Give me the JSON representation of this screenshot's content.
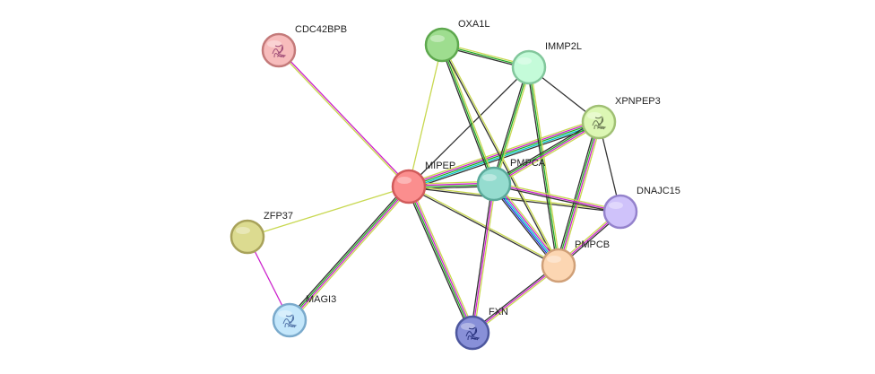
{
  "edge_colors": {
    "database": "#00c8c8",
    "experiment": "#cc22cc",
    "textmining": "#c8d850",
    "neighborhood": "#22aa22",
    "coexpression": "#333333",
    "fusion": "#2233dd"
  },
  "nodes": [
    {
      "id": "CDC42BPB",
      "label": "CDC42BPB",
      "fill": "#f7bcbc",
      "stroke": "#c47a7a",
      "glyph": "protein-structure-icon",
      "glyph_color": "#a2507a"
    },
    {
      "id": "OXA1L",
      "label": "OXA1L",
      "fill": "#9edd8f",
      "stroke": "#5ea84e",
      "glyph": "",
      "glyph_color": ""
    },
    {
      "id": "IMMP2L",
      "label": "IMMP2L",
      "fill": "#c4fbd9",
      "stroke": "#82c79c",
      "glyph": "",
      "glyph_color": ""
    },
    {
      "id": "XPNPEP3",
      "label": "XPNPEP3",
      "fill": "#dcf7b4",
      "stroke": "#a0c074",
      "glyph": "protein-structure-icon",
      "glyph_color": "#6b7a55"
    },
    {
      "id": "MIPEP",
      "label": "MIPEP",
      "fill": "#fb8e8e",
      "stroke": "#d15b5b",
      "glyph": "",
      "glyph_color": ""
    },
    {
      "id": "PMPCA",
      "label": "PMPCA",
      "fill": "#95dccf",
      "stroke": "#5aa99a",
      "glyph": "",
      "glyph_color": ""
    },
    {
      "id": "DNAJC15",
      "label": "DNAJC15",
      "fill": "#cfc2fa",
      "stroke": "#9482cc",
      "glyph": "",
      "glyph_color": ""
    },
    {
      "id": "ZFP37",
      "label": "ZFP37",
      "fill": "#dcdb90",
      "stroke": "#a8a25a",
      "glyph": "",
      "glyph_color": ""
    },
    {
      "id": "PMPCB",
      "label": "PMPCB",
      "fill": "#fcd6b2",
      "stroke": "#d0a078",
      "glyph": "",
      "glyph_color": ""
    },
    {
      "id": "MAGI3",
      "label": "MAGI3",
      "fill": "#c4e7fb",
      "stroke": "#7aaacc",
      "glyph": "protein-structure-icon",
      "glyph_color": "#5577aa"
    },
    {
      "id": "FXN",
      "label": "FXN",
      "fill": "#8890d8",
      "stroke": "#4d579e",
      "glyph": "protein-structure-icon",
      "glyph_color": "#2b3580"
    }
  ],
  "edges": [
    {
      "source": "MIPEP",
      "target": "CDC42BPB",
      "evidence": [
        "textmining",
        "experiment"
      ]
    },
    {
      "source": "MIPEP",
      "target": "OXA1L",
      "evidence": [
        "textmining"
      ]
    },
    {
      "source": "MIPEP",
      "target": "IMMP2L",
      "evidence": [
        "coexpression"
      ]
    },
    {
      "source": "MIPEP",
      "target": "XPNPEP3",
      "evidence": [
        "textmining",
        "experiment",
        "neighborhood",
        "database",
        "coexpression"
      ]
    },
    {
      "source": "MIPEP",
      "target": "PMPCA",
      "evidence": [
        "textmining",
        "experiment",
        "neighborhood",
        "coexpression"
      ]
    },
    {
      "source": "MIPEP",
      "target": "DNAJC15",
      "evidence": [
        "textmining",
        "coexpression"
      ]
    },
    {
      "source": "MIPEP",
      "target": "PMPCB",
      "evidence": [
        "textmining",
        "coexpression"
      ]
    },
    {
      "source": "MIPEP",
      "target": "ZFP37",
      "evidence": [
        "textmining"
      ]
    },
    {
      "source": "MIPEP",
      "target": "MAGI3",
      "evidence": [
        "textmining",
        "experiment",
        "neighborhood",
        "coexpression"
      ]
    },
    {
      "source": "MIPEP",
      "target": "FXN",
      "evidence": [
        "textmining",
        "experiment",
        "neighborhood",
        "coexpression"
      ]
    },
    {
      "source": "ZFP37",
      "target": "MAGI3",
      "evidence": [
        "experiment"
      ]
    },
    {
      "source": "OXA1L",
      "target": "IMMP2L",
      "evidence": [
        "textmining",
        "neighborhood",
        "coexpression"
      ]
    },
    {
      "source": "OXA1L",
      "target": "PMPCA",
      "evidence": [
        "textmining",
        "neighborhood",
        "coexpression"
      ]
    },
    {
      "source": "OXA1L",
      "target": "PMPCB",
      "evidence": [
        "textmining",
        "coexpression"
      ]
    },
    {
      "source": "IMMP2L",
      "target": "PMPCA",
      "evidence": [
        "textmining",
        "neighborhood",
        "coexpression"
      ]
    },
    {
      "source": "IMMP2L",
      "target": "PMPCB",
      "evidence": [
        "textmining",
        "neighborhood",
        "coexpression"
      ]
    },
    {
      "source": "IMMP2L",
      "target": "XPNPEP3",
      "evidence": [
        "coexpression"
      ]
    },
    {
      "source": "XPNPEP3",
      "target": "PMPCA",
      "evidence": [
        "textmining",
        "experiment",
        "neighborhood",
        "coexpression"
      ]
    },
    {
      "source": "XPNPEP3",
      "target": "PMPCB",
      "evidence": [
        "textmining",
        "experiment",
        "neighborhood",
        "coexpression"
      ]
    },
    {
      "source": "XPNPEP3",
      "target": "DNAJC15",
      "evidence": [
        "coexpression"
      ]
    },
    {
      "source": "PMPCA",
      "target": "DNAJC15",
      "evidence": [
        "textmining",
        "experiment",
        "coexpression"
      ]
    },
    {
      "source": "PMPCA",
      "target": "PMPCB",
      "evidence": [
        "textmining",
        "experiment",
        "database",
        "fusion",
        "coexpression"
      ]
    },
    {
      "source": "PMPCA",
      "target": "FXN",
      "evidence": [
        "textmining",
        "experiment",
        "coexpression"
      ]
    },
    {
      "source": "PMPCB",
      "target": "DNAJC15",
      "evidence": [
        "textmining",
        "experiment",
        "coexpression"
      ]
    },
    {
      "source": "PMPCB",
      "target": "FXN",
      "evidence": [
        "textmining",
        "experiment",
        "coexpression"
      ]
    }
  ]
}
